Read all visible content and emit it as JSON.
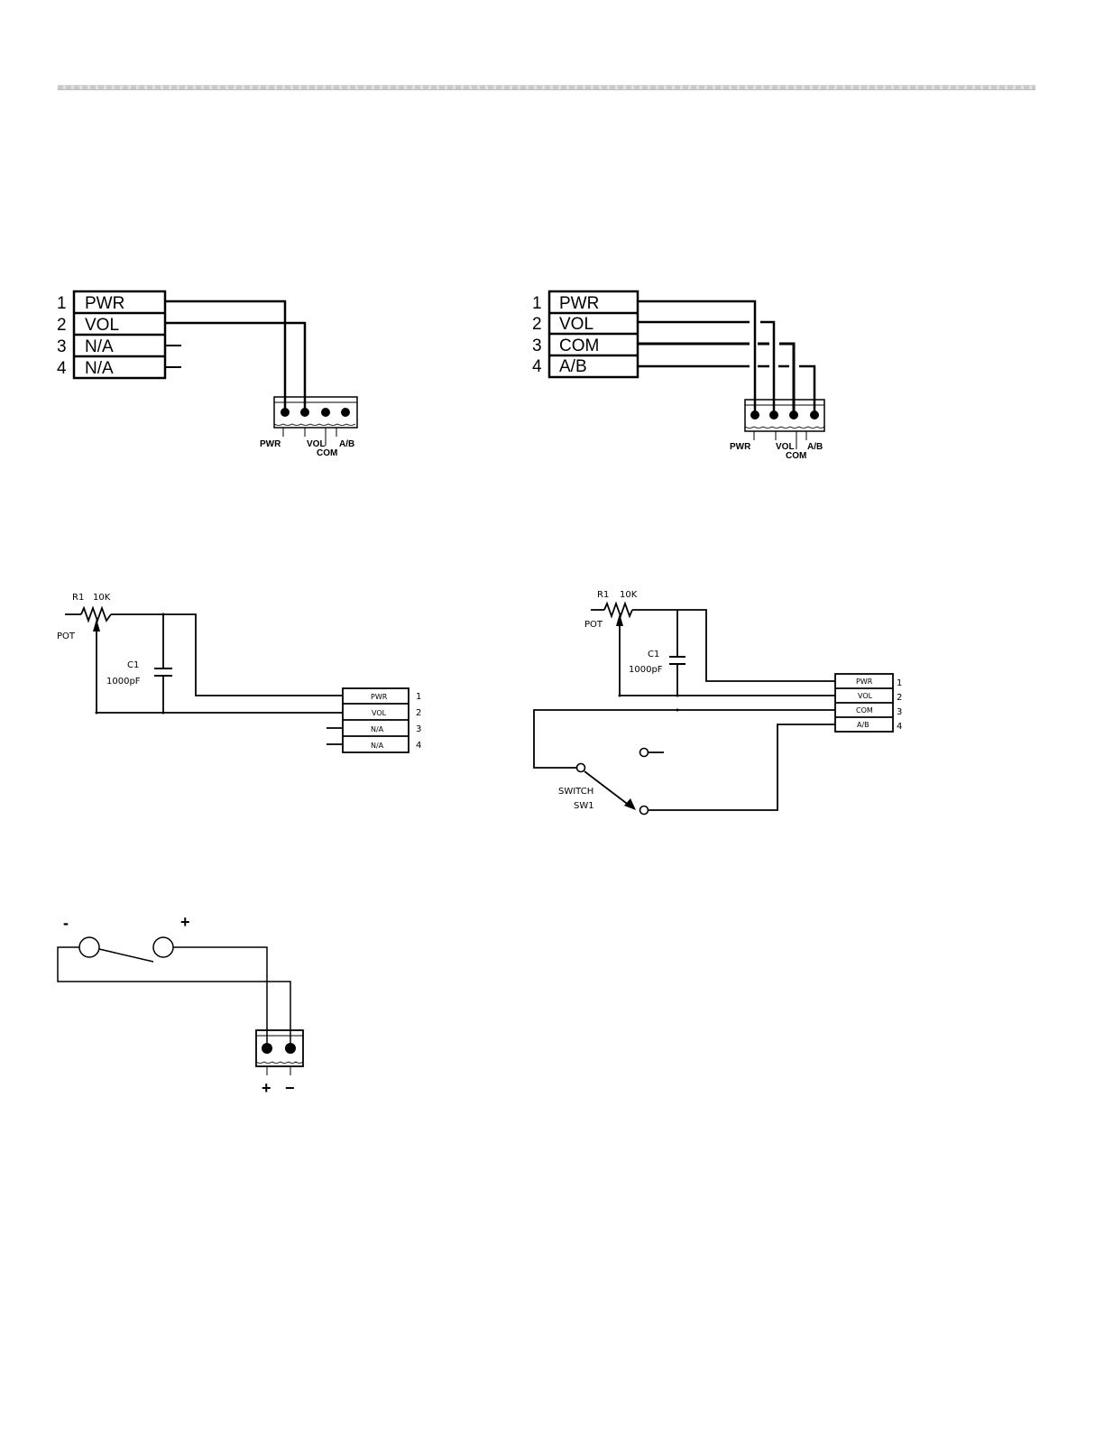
{
  "wiring_4pin": {
    "rows": [
      {
        "num": "1",
        "label": "PWR"
      },
      {
        "num": "2",
        "label": "VOL"
      },
      {
        "num": "3",
        "label": "N/A"
      },
      {
        "num": "4",
        "label": "N/A"
      }
    ],
    "terminal_labels": {
      "pwr": "PWR",
      "vol": "VOL",
      "com": "COM",
      "ab": "A/B"
    }
  },
  "wiring_4pin_ab": {
    "rows": [
      {
        "num": "1",
        "label": "PWR"
      },
      {
        "num": "2",
        "label": "VOL"
      },
      {
        "num": "3",
        "label": "COM"
      },
      {
        "num": "4",
        "label": "A/B"
      }
    ],
    "terminal_labels": {
      "pwr": "PWR",
      "vol": "VOL",
      "com": "COM",
      "ab": "A/B"
    }
  },
  "schematic_pot": {
    "r1": "R1",
    "r1_value": "10K",
    "pot": "POT",
    "c1": "C1",
    "c1_value": "1000pF",
    "pins": [
      {
        "label": "PWR",
        "num": "1"
      },
      {
        "label": "VOL",
        "num": "2"
      },
      {
        "label": "N/A",
        "num": "3"
      },
      {
        "label": "N/A",
        "num": "4"
      }
    ]
  },
  "schematic_pot_switch": {
    "r1": "R1",
    "r1_value": "10K",
    "pot": "POT",
    "c1": "C1",
    "c1_value": "1000pF",
    "switch": "SWITCH",
    "sw1": "SW1",
    "pins": [
      {
        "label": "PWR",
        "num": "1"
      },
      {
        "label": "VOL",
        "num": "2"
      },
      {
        "label": "COM",
        "num": "3"
      },
      {
        "label": "A/B",
        "num": "4"
      }
    ]
  },
  "contact_wiring": {
    "minus_top": "-",
    "plus_top": "+",
    "plus_bottom": "+",
    "minus_bottom": "−"
  }
}
